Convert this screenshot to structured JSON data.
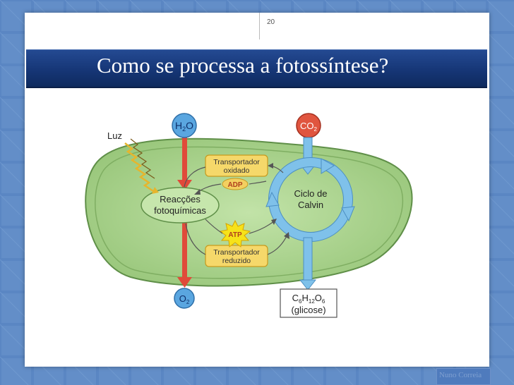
{
  "slide": {
    "number": "20",
    "title": "Como se processa a fotossíntese?",
    "footer": "Nuno Correia"
  },
  "diagram": {
    "light": "Luz",
    "water": {
      "base": "H",
      "sub": "2",
      "tail": "O"
    },
    "carbon_dioxide": {
      "base": "CO",
      "sub": "2"
    },
    "oxygen": {
      "base": "O",
      "sub": "2"
    },
    "oxidized_carrier": {
      "line1": "Transportador",
      "line2": "oxidado"
    },
    "reduced_carrier": {
      "line1": "Transportador",
      "line2": "reduzido"
    },
    "adp": "ADP",
    "atp": "ATP",
    "light_reactions": {
      "line1": "Reacções",
      "line2": "fotoquímicas"
    },
    "calvin_cycle": {
      "line1": "Ciclo de",
      "line2": "Calvin"
    },
    "glucose": {
      "c": "C",
      "c_sub": "6",
      "h": "H",
      "h_sub": "12",
      "o": "O",
      "o_sub": "6",
      "name": "(glicose)"
    }
  },
  "colors": {
    "chloroplast_fill": "#a9d28b",
    "chloroplast_stroke": "#5f8f48",
    "red_arrow": "#e04a3a",
    "blue_arrow": "#7fc1ea",
    "carrier_fill": "#f5d86a",
    "atp_fill": "#f6e21a",
    "title_bar": "#163676"
  }
}
